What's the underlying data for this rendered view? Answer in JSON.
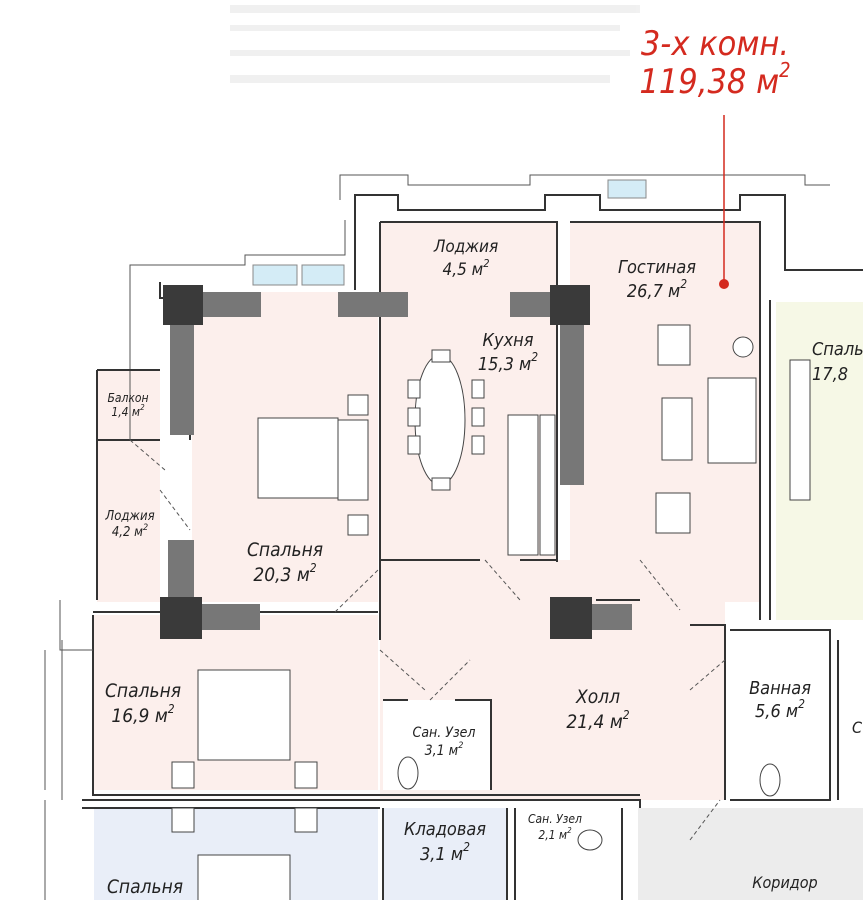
{
  "apartment": {
    "type": "3-х комн.",
    "area": "119,38 м",
    "sup": "2",
    "accent": "#d42a1f"
  },
  "rooms": {
    "loggia_top": {
      "name": "Лоджия",
      "area": "4,5 м",
      "sup": "2"
    },
    "living": {
      "name": "Гостиная",
      "area": "26,7 м",
      "sup": "2"
    },
    "kitchen": {
      "name": "Кухня",
      "area": "15,3 м",
      "sup": "2"
    },
    "balcony": {
      "name": "Балкон",
      "area": "1,4 м",
      "sup": "2"
    },
    "loggia_left": {
      "name": "Лоджия",
      "area": "4,2 м",
      "sup": "2"
    },
    "bedroom1": {
      "name": "Спальня",
      "area": "20,3 м",
      "sup": "2"
    },
    "bedroom2": {
      "name": "Спальня",
      "area": "16,9 м",
      "sup": "2"
    },
    "hall": {
      "name": "Холл",
      "area": "21,4 м",
      "sup": "2"
    },
    "bath": {
      "name": "Ванная",
      "area": "5,6 м",
      "sup": "2"
    },
    "wc1": {
      "name": "Сан. Узел",
      "area": "3,1 м",
      "sup": "2"
    },
    "storage": {
      "name": "Кладовая",
      "area": "3,1 м",
      "sup": "2"
    },
    "wc2": {
      "name": "Сан. Узел",
      "area": "2,1 м",
      "sup": "2"
    },
    "neighbor_bedroom_right": {
      "name": "Спаль",
      "area": "17,8"
    },
    "neighbor_bedroom_bottom": {
      "name": "Спальня"
    },
    "corridor": {
      "name": "Коридор"
    },
    "neighbor_wc_right": {
      "name": "С"
    }
  },
  "colors": {
    "apartment_fill": "#fcefec",
    "neighbor_green": "#f6f8e6",
    "neighbor_blue": "#e9eef8",
    "corridor": "#ececec",
    "window": "#d4ecf6"
  }
}
